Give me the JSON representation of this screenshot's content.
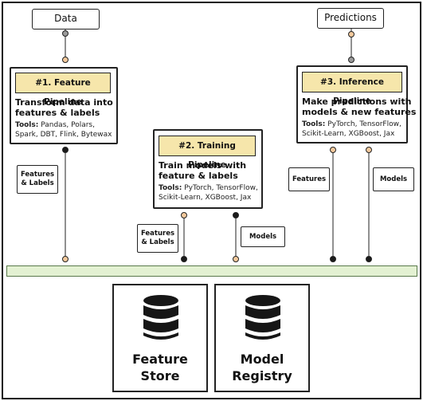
{
  "sources": {
    "data_label": "Data",
    "predictions_label": "Predictions"
  },
  "pipelines": [
    {
      "tag": "#1. Feature Pipeline",
      "title_lines": [
        "Transform data into",
        "features & labels"
      ],
      "tools_prefix": "Tools:",
      "tools_lines": [
        " Pandas, Polars,",
        "Spark, DBT, Flink, Bytewax"
      ]
    },
    {
      "tag": "#2. Training Pipeline",
      "title_lines": [
        "Train models with",
        "feature & labels"
      ],
      "tools_prefix": "Tools:",
      "tools_lines": [
        " PyTorch, TensorFlow,",
        "Scikit-Learn, XGBoost, Jax"
      ]
    },
    {
      "tag": "#3. Inference Pipeline",
      "title_lines": [
        "Make predictions with",
        "models & new features"
      ],
      "tools_prefix": "Tools:",
      "tools_lines": [
        " PyTorch, TensorFlow,",
        "Scikit-Learn, XGBoost, Jax"
      ]
    }
  ],
  "edge_labels": {
    "feature_out": [
      "Features",
      "& Labels"
    ],
    "training_in": [
      "Features",
      "& Labels"
    ],
    "training_out": "Models",
    "inference_features": "Features",
    "inference_models": "Models"
  },
  "stores": {
    "feature_store": [
      "Feature",
      "Store"
    ],
    "model_registry": [
      "Model",
      "Registry"
    ]
  },
  "colors": {
    "tag_fill": "#f6e6ab",
    "bus_fill": "#e3f1d2",
    "dot_light": "#f3c99c",
    "dot_dark": "#1a1a1a",
    "dot_grey": "#9a9a9a"
  }
}
